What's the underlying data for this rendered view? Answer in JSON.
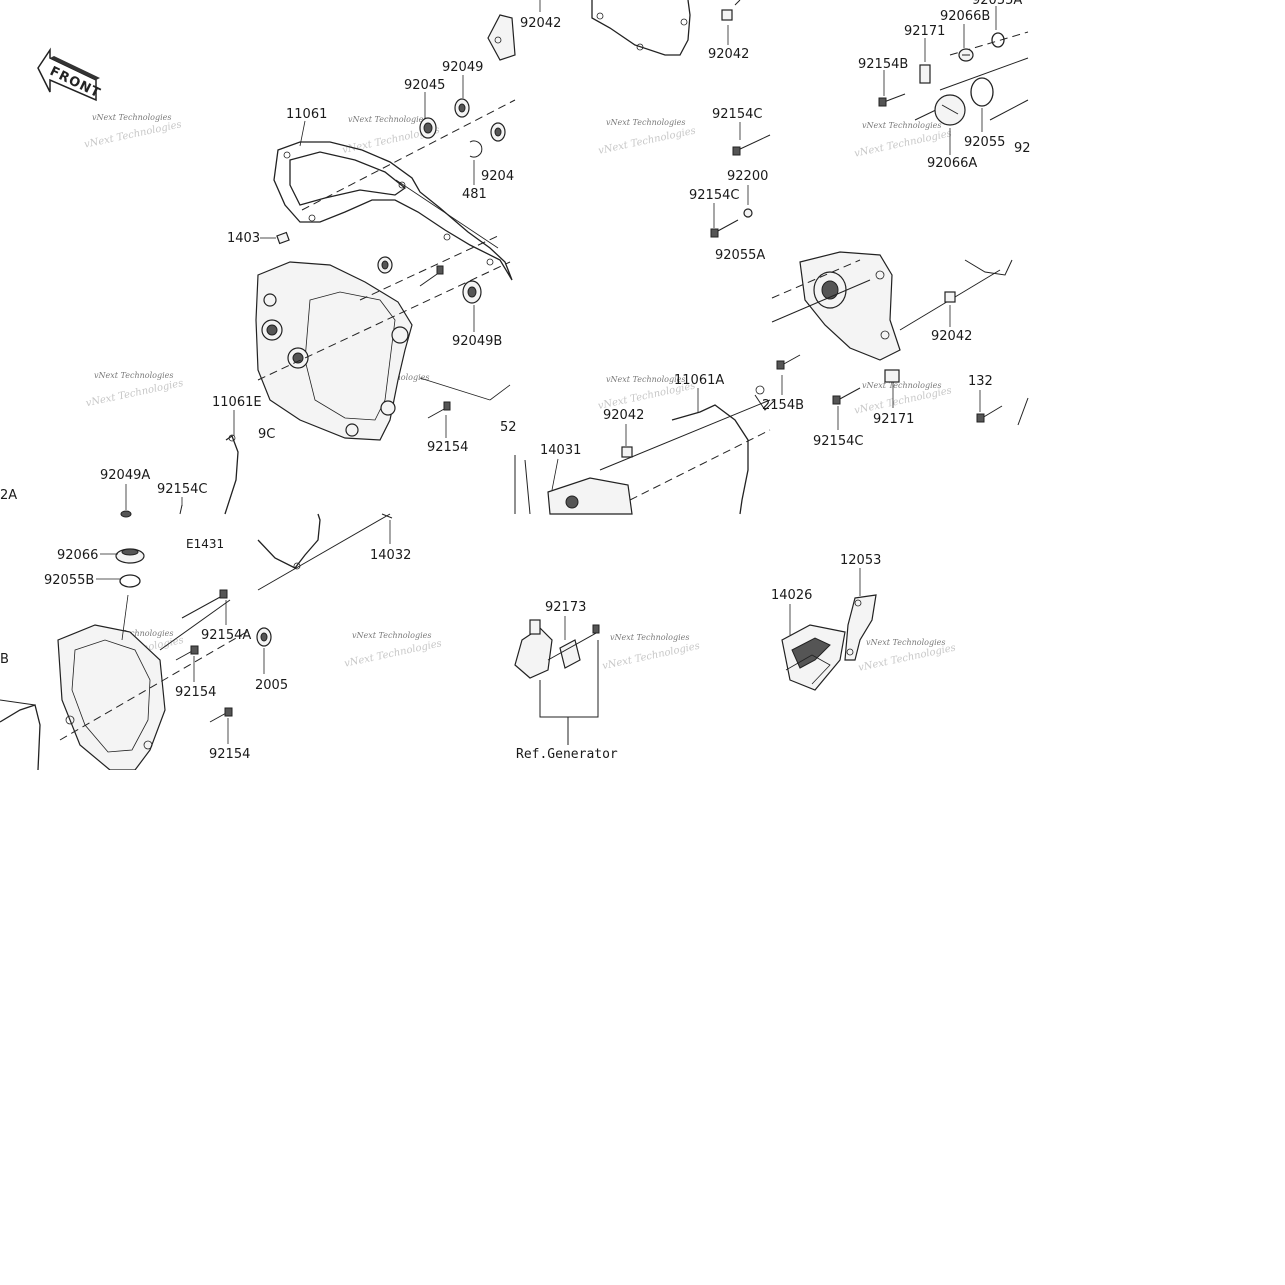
{
  "front_arrow": "FRONT",
  "watermark": "vNext Technologies",
  "ref_label": "Ref.Generator",
  "labels": {
    "l92042_top": "92042",
    "l92042_b": "92042",
    "l92055A_top": "92055A",
    "l92171_top": "92171",
    "l92066B": "92066B",
    "l92154B_top": "92154B",
    "l92049": "92049",
    "l92045": "92045",
    "l11061": "11061",
    "l92154C_a": "92154C",
    "l92055": "92055",
    "l92_edge": "92",
    "l92066A": "92066A",
    "l481": "481",
    "l9204": "9204",
    "l92200": "92200",
    "l92154C_b": "92154C",
    "l1403": "1403",
    "l92055A": "92055A",
    "l92042_c": "92042",
    "l92049B": "92049B",
    "l11061A": "11061A",
    "l11061E": "11061E",
    "l9C": "9C",
    "l132": "132",
    "l92154B_b": "2154B",
    "l92042_d": "92042",
    "l52": "52",
    "l92154_a": "92154",
    "l92154C_c": "92154C",
    "l92171_b": "92171",
    "l92049A": "92049A",
    "l92154C_d": "92154C",
    "l2A": "2A",
    "l14031": "14031",
    "l92066": "92066",
    "lE1431": "E1431",
    "l14032": "14032",
    "l92055B": "92055B",
    "l12053": "12053",
    "l14026": "14026",
    "l92173": "92173",
    "l92154A": "92154A",
    "l92154_b": "92154",
    "l2005": "2005",
    "l92154_c": "92154",
    "lB": "B"
  }
}
